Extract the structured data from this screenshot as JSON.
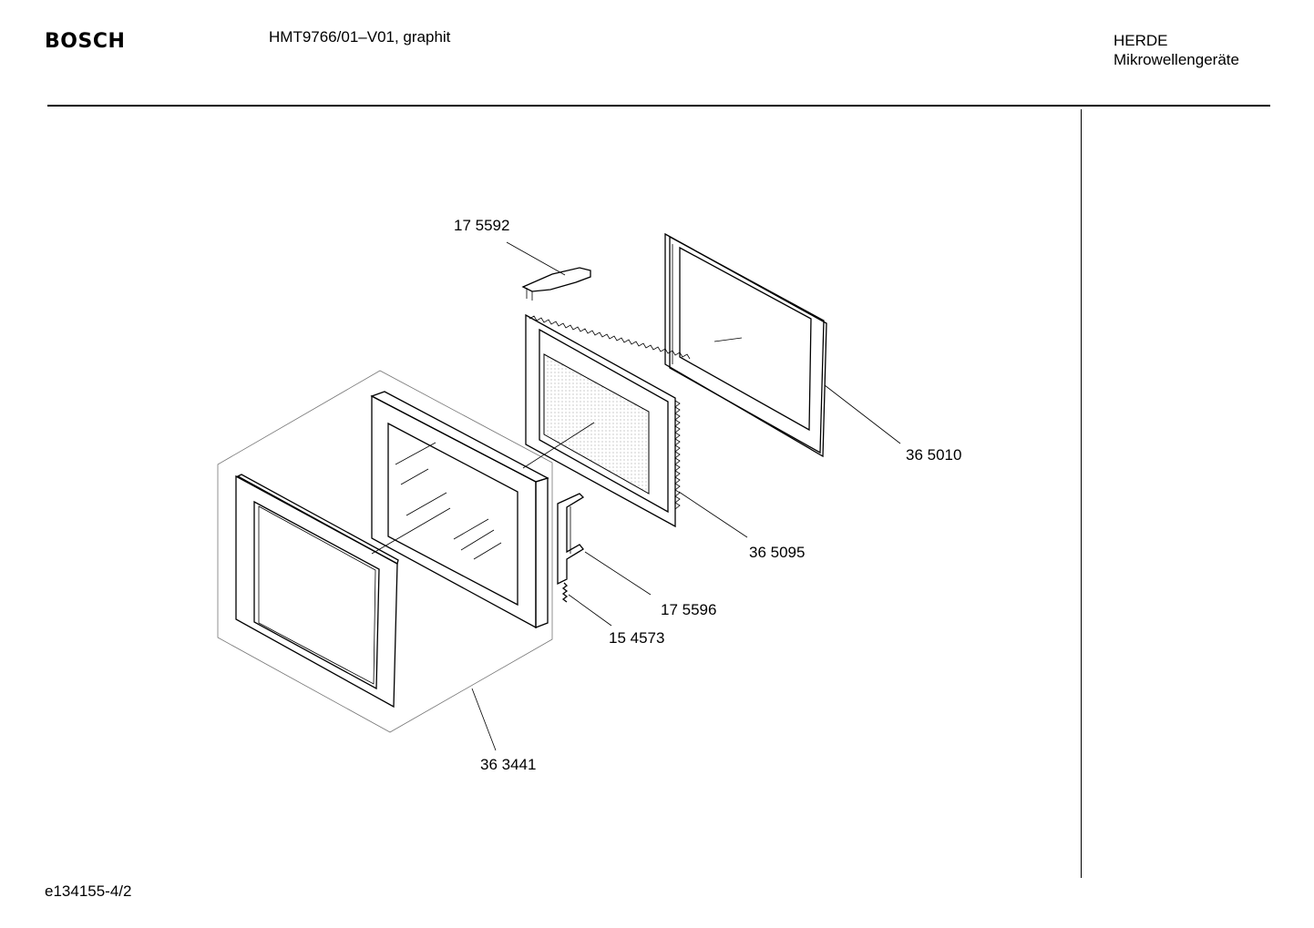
{
  "header": {
    "brand": "BOSCH",
    "model": "HMT9766/01–V01, graphit",
    "category_line1": "HERDE",
    "category_line2": "Mikrowellengeräte"
  },
  "footer": {
    "doc_ref": "e134155-4/2"
  },
  "diagram": {
    "part_labels": {
      "p175592": "17 5592",
      "p365010": "36 5010",
      "p365095": "36 5095",
      "p175596": "17 5596",
      "p154573": "15 4573",
      "p363441": "36 3441"
    }
  }
}
